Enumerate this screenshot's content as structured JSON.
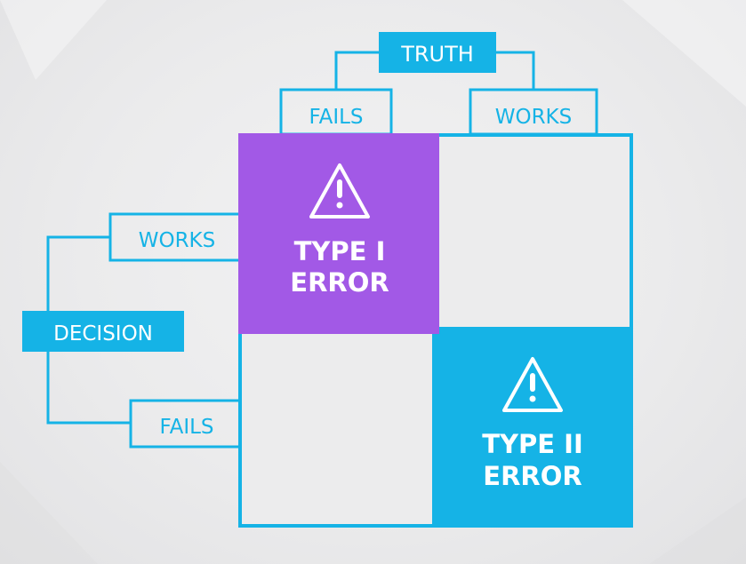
{
  "diagram": {
    "header_axis_label": "TRUTH",
    "side_axis_label": "DECISION",
    "column_labels": [
      "FAILS",
      "WORKS"
    ],
    "row_labels": [
      "WORKS",
      "FAILS"
    ],
    "type1": {
      "icon": "warning-triangle-icon",
      "line1": "TYPE I",
      "line2": "ERROR",
      "color": "#a259e6"
    },
    "type2": {
      "icon": "warning-triangle-icon",
      "line1": "TYPE II",
      "line2": "ERROR",
      "color": "#15b3e6"
    },
    "accent_color": "#15b3e6"
  }
}
